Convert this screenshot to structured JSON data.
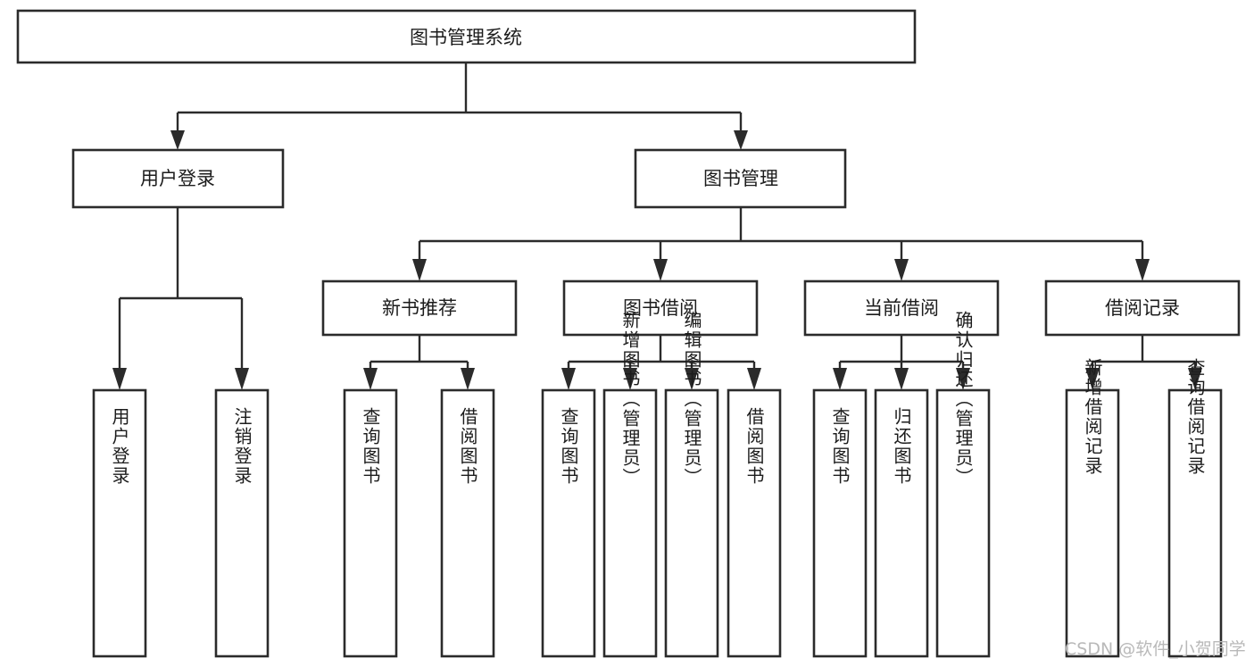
{
  "diagram": {
    "title": "图书管理系统",
    "type": "tree",
    "root": {
      "label": "图书管理系统"
    },
    "level2": [
      {
        "label": "用户登录"
      },
      {
        "label": "图书管理"
      }
    ],
    "level3": [
      {
        "label": "新书推荐"
      },
      {
        "label": "图书借阅"
      },
      {
        "label": "当前借阅"
      },
      {
        "label": "借阅记录"
      }
    ],
    "leaves": {
      "user_login": [
        "用户登录",
        "注销登录"
      ],
      "new_book": [
        "查询图书",
        "借阅图书"
      ],
      "book_borrow": [
        "查询图书",
        "新增图书（管理员）",
        "编辑图书（管理员）",
        "借阅图书"
      ],
      "current_borrow": [
        "查询图书",
        "归还图书",
        "确认归还（管理员）"
      ],
      "borrow_record": [
        "新增借阅记录",
        "查询借阅记录"
      ]
    }
  },
  "watermark": {
    "text": "CSDN @软件_小贺同学"
  },
  "colors": {
    "stroke": "#2b2b2b",
    "fill": "#ffffff",
    "text": "#1c1c1c",
    "watermark": "#b9b9b9"
  }
}
